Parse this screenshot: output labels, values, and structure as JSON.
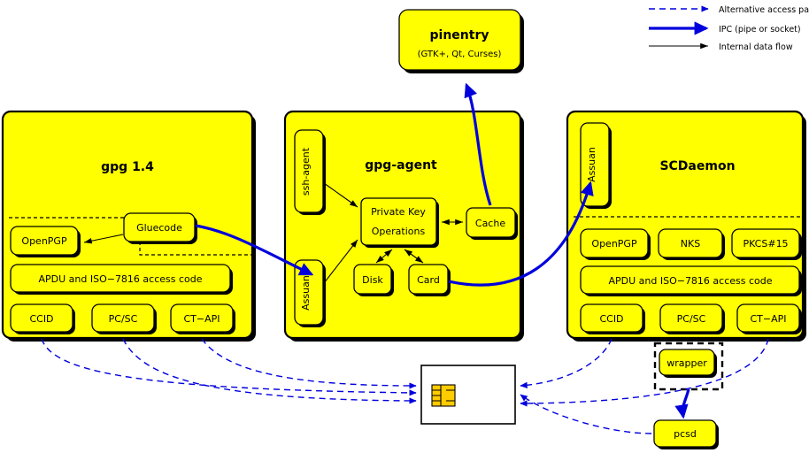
{
  "legend": {
    "items": [
      {
        "id": "alternative",
        "label": "Alternative access paths",
        "style": "dashed-blue",
        "color": "#0000dd"
      },
      {
        "id": "ipc",
        "label": "IPC (pipe or socket)",
        "style": "thick-blue",
        "color": "#0000dd"
      },
      {
        "id": "internal",
        "label": "Internal data flow",
        "style": "thin-black",
        "color": "#000000"
      }
    ]
  },
  "pinentry": {
    "title": "pinentry",
    "subtitle": "(GTK+, Qt, Curses)"
  },
  "gpg": {
    "title": "gpg 1.4",
    "nodes": {
      "openpgp": "OpenPGP",
      "gluecode": "Gluecode",
      "apdu": "APDU and ISO−7816 access code",
      "ccid": "CCID",
      "pcsc": "PC/SC",
      "ctapi": "CT−API"
    }
  },
  "agent": {
    "title": "gpg-agent",
    "nodes": {
      "ssh_agent": "ssh-agent",
      "assuan": "Assuan",
      "private_key_ops_line1": "Private Key",
      "private_key_ops_line2": "Operations",
      "cache": "Cache",
      "disk": "Disk",
      "card": "Card"
    }
  },
  "scdaemon": {
    "title": "SCDaemon",
    "nodes": {
      "assuan": "Assuan",
      "openpgp": "OpenPGP",
      "nks": "NKS",
      "pkcs15": "PKCS#15",
      "apdu": "APDU and ISO−7816 access code",
      "ccid": "CCID",
      "pcsc": "PC/SC",
      "ctapi": "CT−API"
    }
  },
  "wrapper": {
    "label": "wrapper"
  },
  "pcsd": {
    "label": "pcsd"
  },
  "smartcard": {
    "name": "smart-card"
  },
  "colors": {
    "panel_fill": "#ffff00",
    "ipc_blue": "#0000dd",
    "chip_gold": "#ffcc00",
    "card_white": "#ffffff",
    "outline": "#000000"
  }
}
